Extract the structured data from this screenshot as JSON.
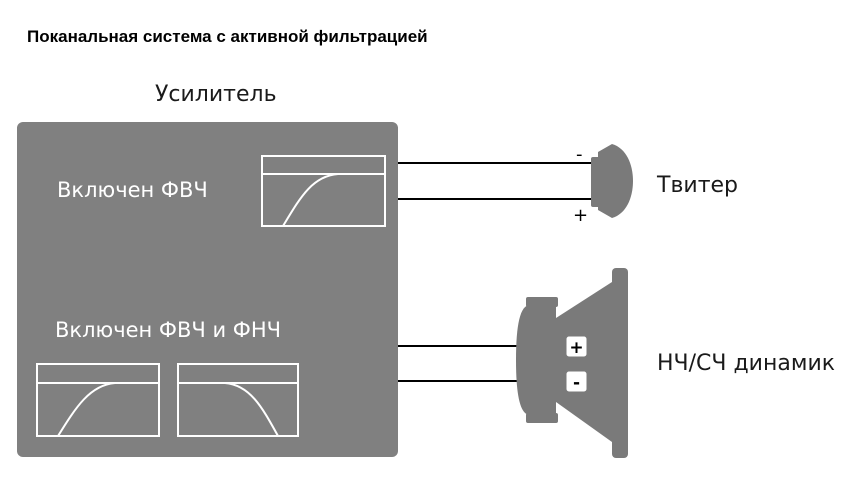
{
  "title": "Поканальная система с активной фильтрацией",
  "amplifier": {
    "label": "Усилитель",
    "hpf_label": "Включен ФВЧ",
    "hpf_lpf_label": "Включен ФВЧ и ФНЧ"
  },
  "tweeter": {
    "label": "Твитер",
    "top_polarity": "-",
    "bottom_polarity": "+"
  },
  "woofer": {
    "label": "НЧ/СЧ динамик",
    "top_polarity": "+",
    "bottom_polarity": "-"
  },
  "colors": {
    "amplifier_box": "#808080",
    "speaker": "#7a7a7a",
    "wire": "#000000",
    "text_light": "#ffffff",
    "text_dark": "#1a1a1a"
  }
}
